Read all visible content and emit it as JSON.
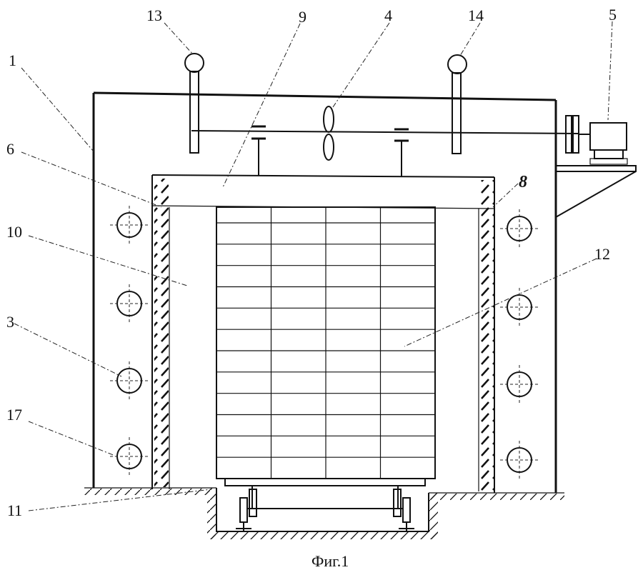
{
  "figure": {
    "caption": "Фиг.1",
    "labels": {
      "l1": "1",
      "l3": "3",
      "l4": "4",
      "l5": "5",
      "l6": "6",
      "l8": "8",
      "l9": "9",
      "l10": "10",
      "l11": "11",
      "l12": "12",
      "l13": "13",
      "l14": "14",
      "l17": "17"
    }
  }
}
